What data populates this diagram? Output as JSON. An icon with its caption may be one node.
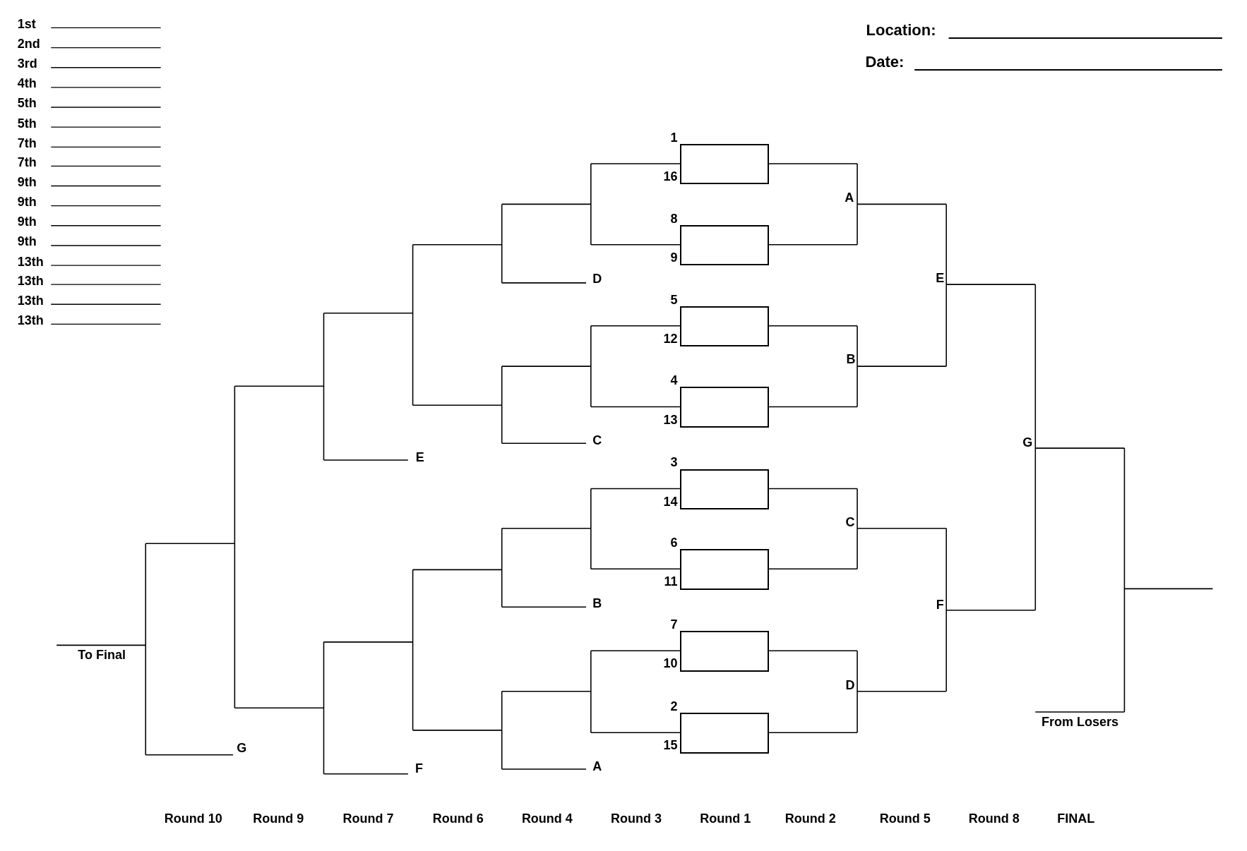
{
  "diagram": {
    "nodes": [
      {
        "text": [],
        "shape": "box",
        "beside": [
          "1",
          "16"
        ]
      },
      {
        "text": [],
        "shape": "box",
        "beside": [
          "8",
          "9"
        ]
      },
      {
        "text": [],
        "shape": "box",
        "beside": [
          "5",
          "12"
        ]
      },
      {
        "text": [],
        "shape": "box",
        "beside": [
          "4",
          "13"
        ]
      },
      {
        "text": [],
        "shape": "box",
        "beside": [
          "3",
          "14"
        ]
      },
      {
        "text": [],
        "shape": "box",
        "beside": [
          "6",
          "11"
        ]
      },
      {
        "text": [],
        "shape": "box",
        "beside": [
          "7",
          "10"
        ]
      },
      {
        "text": [],
        "shape": "box",
        "beside": [
          "2",
          "15"
        ]
      }
    ],
    "labels": [
      "1st",
      "2nd",
      "3rd",
      "4th",
      "5th",
      "5th",
      "7th",
      "7th",
      "9th",
      "9th",
      "9th",
      "9th",
      "13th",
      "13th",
      "13th",
      "13th",
      "Location:",
      "Date:",
      "A",
      "D",
      "E",
      "B",
      "C",
      "G",
      "E",
      "C",
      "B",
      "F",
      "To Final",
      "D",
      "From Losers",
      "G",
      "F",
      "A",
      "Round 10",
      "Round 9",
      "Round 7",
      "Round 6",
      "Round 4",
      "Round 3",
      "Round 1",
      "Round 2",
      "Round 5",
      "Round 8",
      "FINAL"
    ]
  }
}
